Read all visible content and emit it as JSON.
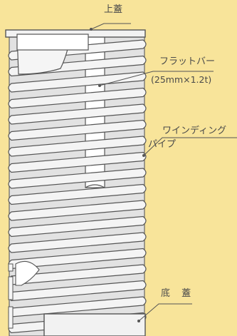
{
  "labels": {
    "top_cover": "上蓋",
    "flat_bar_name": "フラットバー",
    "flat_bar_spec": "(25mm×1.2t)",
    "winding_line1": "ワインディング",
    "winding_line2": "パイプ",
    "bottom_cover": "底 蓋"
  },
  "colors": {
    "background": "#f8e49a",
    "pipe_fill": "#e2e2e2",
    "outline": "#555555",
    "flat_bar": "#ffffff"
  }
}
